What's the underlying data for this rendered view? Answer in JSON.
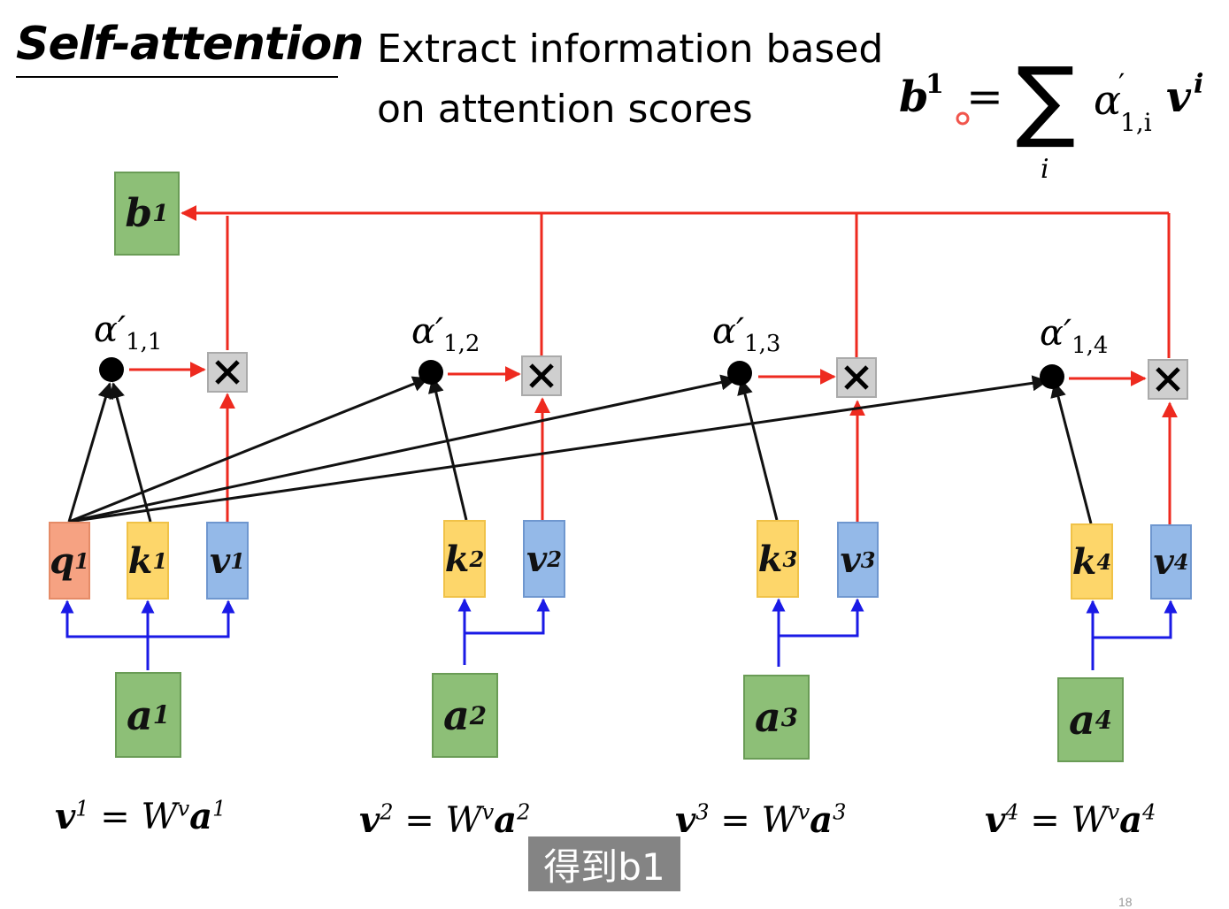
{
  "slide": {
    "title": "Self-attention",
    "description_line1": "Extract information based",
    "description_line2": "on attention scores",
    "page_number": "18"
  },
  "formula": {
    "lhs": "b",
    "lhs_sup": "1",
    "equals": "=",
    "sum_symbol": "∑",
    "sum_index": "i",
    "term_alpha": "α",
    "term_prime": "′",
    "term_sub": "1,i",
    "term_v": "v",
    "term_sup": "i"
  },
  "output_box": {
    "label": "b",
    "sup": "1"
  },
  "alphas": [
    {
      "symbol": "α",
      "prime": "′",
      "sub": "1,1"
    },
    {
      "symbol": "α",
      "prime": "′",
      "sub": "1,2"
    },
    {
      "symbol": "α",
      "prime": "′",
      "sub": "1,3"
    },
    {
      "symbol": "α",
      "prime": "′",
      "sub": "1,4"
    }
  ],
  "multiply_symbol": "×",
  "query_box": {
    "label": "q",
    "sup": "1"
  },
  "key_boxes": [
    {
      "label": "k",
      "sup": "1"
    },
    {
      "label": "k",
      "sup": "2"
    },
    {
      "label": "k",
      "sup": "3"
    },
    {
      "label": "k",
      "sup": "4"
    }
  ],
  "value_boxes": [
    {
      "label": "v",
      "sup": "1"
    },
    {
      "label": "v",
      "sup": "2"
    },
    {
      "label": "v",
      "sup": "3"
    },
    {
      "label": "v",
      "sup": "4"
    }
  ],
  "input_boxes": [
    {
      "label": "a",
      "sup": "1"
    },
    {
      "label": "a",
      "sup": "2"
    },
    {
      "label": "a",
      "sup": "3"
    },
    {
      "label": "a",
      "sup": "4"
    }
  ],
  "equations": [
    {
      "lhs": "v",
      "lhs_sup": "1",
      "mid": " = W",
      "w_sup": "v",
      "rhs": "a",
      "rhs_sup": "1"
    },
    {
      "lhs": "v",
      "lhs_sup": "2",
      "mid": " = W",
      "w_sup": "v",
      "rhs": "a",
      "rhs_sup": "2"
    },
    {
      "lhs": "v",
      "lhs_sup": "3",
      "mid": " = W",
      "w_sup": "v",
      "rhs": "a",
      "rhs_sup": "3"
    },
    {
      "lhs": "v",
      "lhs_sup": "4",
      "mid": " = W",
      "w_sup": "v",
      "rhs": "a",
      "rhs_sup": "4"
    }
  ],
  "subtitle_caption": "得到b1",
  "colors": {
    "red_arrow": "#ee2a1f",
    "black_arrow": "#111111",
    "blue_arrow": "#1a1ae6",
    "input_green": "#8dbf77",
    "query_orange": "#f6a282",
    "key_yellow": "#fdd66a",
    "value_blue": "#94b9e8",
    "multiply_gray": "#cfcfcf"
  }
}
